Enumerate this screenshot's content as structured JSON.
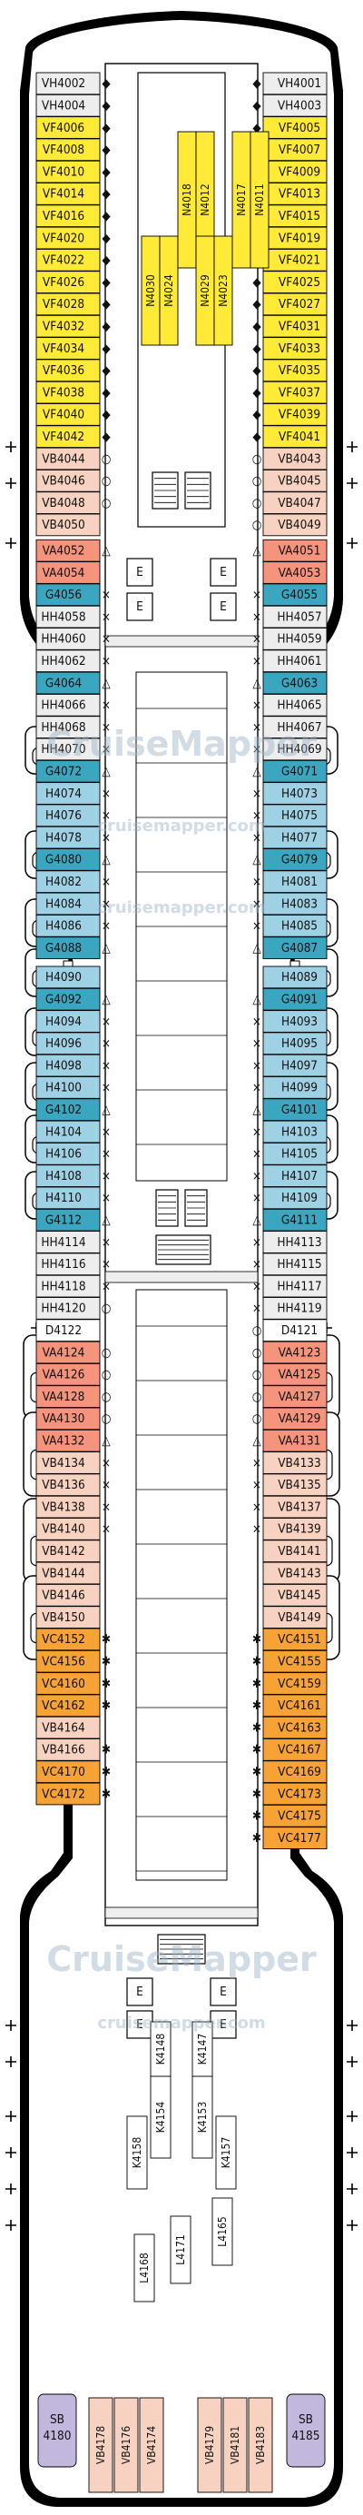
{
  "title": "",
  "watermark": "CruiseMapper",
  "watermark_small": "cruisemapper.com",
  "colors": {
    "VF": "#ffea38",
    "VA": "#f5937c",
    "VB": "#f7d2c1",
    "VC": "#f7a234",
    "G": "#3aa6c0",
    "H": "#9fd1e4",
    "HH": "#ededed",
    "D": "#ffffff",
    "SB": "#c2b7dd",
    "N": "#ffea38",
    "K": "#ffffff",
    "L": "#ffffff",
    "hull": "#000000",
    "interior": "#ffffff",
    "lifeboat": "#ffffff"
  },
  "left_cabins": [
    {
      "id": "VH4002",
      "cat": "HH",
      "mk": "dot"
    },
    {
      "id": "VH4004",
      "cat": "HH",
      "mk": "dot"
    },
    {
      "id": "VF4006",
      "cat": "VF",
      "mk": "dot"
    },
    {
      "id": "VF4008",
      "cat": "VF",
      "mk": "dot"
    },
    {
      "id": "VF4010",
      "cat": "VF",
      "mk": "dot"
    },
    {
      "id": "VF4014",
      "cat": "VF",
      "mk": "dot"
    },
    {
      "id": "VF4016",
      "cat": "VF",
      "mk": "dot"
    },
    {
      "id": "VF4020",
      "cat": "VF",
      "mk": "dot"
    },
    {
      "id": "VF4022",
      "cat": "VF",
      "mk": "dot"
    },
    {
      "id": "VF4026",
      "cat": "VF",
      "mk": "dot"
    },
    {
      "id": "VF4028",
      "cat": "VF",
      "mk": "dot"
    },
    {
      "id": "VF4032",
      "cat": "VF",
      "mk": "dot"
    },
    {
      "id": "VF4034",
      "cat": "VF",
      "mk": "dot"
    },
    {
      "id": "VF4036",
      "cat": "VF",
      "mk": "dot"
    },
    {
      "id": "VF4038",
      "cat": "VF",
      "mk": "dot"
    },
    {
      "id": "VF4040",
      "cat": "VF",
      "mk": "dot"
    },
    {
      "id": "VF4042",
      "cat": "VF",
      "mk": "dot"
    },
    {
      "id": "VB4044",
      "cat": "VB",
      "mk": "circle"
    },
    {
      "id": "VB4046",
      "cat": "VB",
      "mk": "circle"
    },
    {
      "id": "VB4048",
      "cat": "VB",
      "mk": "circle"
    },
    {
      "id": "VB4050",
      "cat": "VB",
      "mk": ""
    },
    {
      "id": "VA4052",
      "cat": "VA",
      "mk": "tri"
    },
    {
      "id": "VA4054",
      "cat": "VA",
      "mk": ""
    },
    {
      "id": "G4056",
      "cat": "G",
      "mk": "x"
    },
    {
      "id": "HH4058",
      "cat": "HH",
      "mk": "x"
    },
    {
      "id": "HH4060",
      "cat": "HH",
      "mk": "x"
    },
    {
      "id": "HH4062",
      "cat": "HH",
      "mk": "x"
    },
    {
      "id": "G4064",
      "cat": "G",
      "mk": "tri"
    },
    {
      "id": "HH4066",
      "cat": "HH",
      "mk": "x"
    },
    {
      "id": "HH4068",
      "cat": "HH",
      "mk": "x"
    },
    {
      "id": "HH4070",
      "cat": "HH",
      "mk": "x"
    },
    {
      "id": "G4072",
      "cat": "G",
      "mk": "tri"
    },
    {
      "id": "H4074",
      "cat": "H",
      "mk": "x"
    },
    {
      "id": "H4076",
      "cat": "H",
      "mk": "x"
    },
    {
      "id": "H4078",
      "cat": "H",
      "mk": "x"
    },
    {
      "id": "G4080",
      "cat": "G",
      "mk": "tri"
    },
    {
      "id": "H4082",
      "cat": "H",
      "mk": "x"
    },
    {
      "id": "H4084",
      "cat": "H",
      "mk": "x"
    },
    {
      "id": "H4086",
      "cat": "H",
      "mk": "x"
    },
    {
      "id": "G4088",
      "cat": "G",
      "mk": "tri"
    },
    {
      "id": "H4090",
      "cat": "H",
      "mk": ""
    },
    {
      "id": "G4092",
      "cat": "G",
      "mk": "tri"
    },
    {
      "id": "H4094",
      "cat": "H",
      "mk": "x"
    },
    {
      "id": "H4096",
      "cat": "H",
      "mk": "x"
    },
    {
      "id": "H4098",
      "cat": "H",
      "mk": "x"
    },
    {
      "id": "H4100",
      "cat": "H",
      "mk": "x"
    },
    {
      "id": "G4102",
      "cat": "G",
      "mk": "tri"
    },
    {
      "id": "H4104",
      "cat": "H",
      "mk": "x"
    },
    {
      "id": "H4106",
      "cat": "H",
      "mk": "x"
    },
    {
      "id": "H4108",
      "cat": "H",
      "mk": "x"
    },
    {
      "id": "H4110",
      "cat": "H",
      "mk": "x"
    },
    {
      "id": "G4112",
      "cat": "G",
      "mk": "tri"
    },
    {
      "id": "HH4114",
      "cat": "HH",
      "mk": "x"
    },
    {
      "id": "HH4116",
      "cat": "HH",
      "mk": "x"
    },
    {
      "id": "HH4118",
      "cat": "HH",
      "mk": "x"
    },
    {
      "id": "HH4120",
      "cat": "HH",
      "mk": "circle"
    },
    {
      "id": "D4122",
      "cat": "D",
      "mk": ""
    },
    {
      "id": "VA4124",
      "cat": "VA",
      "mk": "circle"
    },
    {
      "id": "VA4126",
      "cat": "VA",
      "mk": "circle"
    },
    {
      "id": "VA4128",
      "cat": "VA",
      "mk": "circle"
    },
    {
      "id": "VA4130",
      "cat": "VA",
      "mk": "circle"
    },
    {
      "id": "VA4132",
      "cat": "VA",
      "mk": "tri"
    },
    {
      "id": "VB4134",
      "cat": "VB",
      "mk": "x"
    },
    {
      "id": "VB4136",
      "cat": "VB",
      "mk": "x"
    },
    {
      "id": "VB4138",
      "cat": "VB",
      "mk": "x"
    },
    {
      "id": "VB4140",
      "cat": "VB",
      "mk": "x"
    },
    {
      "id": "VB4142",
      "cat": "VB",
      "mk": ""
    },
    {
      "id": "VB4144",
      "cat": "VB",
      "mk": ""
    },
    {
      "id": "VB4146",
      "cat": "VB",
      "mk": ""
    },
    {
      "id": "VB4150",
      "cat": "VB",
      "mk": ""
    },
    {
      "id": "VC4152",
      "cat": "VC",
      "mk": "star"
    },
    {
      "id": "VC4156",
      "cat": "VC",
      "mk": "star"
    },
    {
      "id": "VC4160",
      "cat": "VC",
      "mk": "star"
    },
    {
      "id": "VC4162",
      "cat": "VC",
      "mk": "star"
    },
    {
      "id": "VB4164",
      "cat": "VB",
      "mk": ""
    },
    {
      "id": "VB4166",
      "cat": "VB",
      "mk": "star"
    },
    {
      "id": "VC4170",
      "cat": "VC",
      "mk": "star"
    },
    {
      "id": "VC4172",
      "cat": "VC",
      "mk": "star"
    }
  ],
  "right_cabins": [
    {
      "id": "VH4001",
      "cat": "HH",
      "mk": "dot"
    },
    {
      "id": "VH4003",
      "cat": "HH",
      "mk": "dot"
    },
    {
      "id": "VF4005",
      "cat": "VF",
      "mk": "dot"
    },
    {
      "id": "VF4007",
      "cat": "VF",
      "mk": "dot"
    },
    {
      "id": "VF4009",
      "cat": "VF",
      "mk": "dot"
    },
    {
      "id": "VF4013",
      "cat": "VF",
      "mk": "dot"
    },
    {
      "id": "VF4015",
      "cat": "VF",
      "mk": "dot"
    },
    {
      "id": "VF4019",
      "cat": "VF",
      "mk": "dot"
    },
    {
      "id": "VF4021",
      "cat": "VF",
      "mk": "dot"
    },
    {
      "id": "VF4025",
      "cat": "VF",
      "mk": "dot"
    },
    {
      "id": "VF4027",
      "cat": "VF",
      "mk": "dot"
    },
    {
      "id": "VF4031",
      "cat": "VF",
      "mk": "dot"
    },
    {
      "id": "VF4033",
      "cat": "VF",
      "mk": "dot"
    },
    {
      "id": "VF4035",
      "cat": "VF",
      "mk": "dot"
    },
    {
      "id": "VF4037",
      "cat": "VF",
      "mk": "dot"
    },
    {
      "id": "VF4039",
      "cat": "VF",
      "mk": "dot"
    },
    {
      "id": "VF4041",
      "cat": "VF",
      "mk": "dot"
    },
    {
      "id": "VB4043",
      "cat": "VB",
      "mk": "circle"
    },
    {
      "id": "VB4045",
      "cat": "VB",
      "mk": "circle"
    },
    {
      "id": "VB4047",
      "cat": "VB",
      "mk": "circle"
    },
    {
      "id": "VB4049",
      "cat": "VB",
      "mk": "circle"
    },
    {
      "id": "VA4051",
      "cat": "VA",
      "mk": "tri"
    },
    {
      "id": "VA4053",
      "cat": "VA",
      "mk": ""
    },
    {
      "id": "G4055",
      "cat": "G",
      "mk": "x"
    },
    {
      "id": "HH4057",
      "cat": "HH",
      "mk": "x"
    },
    {
      "id": "HH4059",
      "cat": "HH",
      "mk": "x"
    },
    {
      "id": "HH4061",
      "cat": "HH",
      "mk": "x"
    },
    {
      "id": "G4063",
      "cat": "G",
      "mk": "tri"
    },
    {
      "id": "HH4065",
      "cat": "HH",
      "mk": "x"
    },
    {
      "id": "HH4067",
      "cat": "HH",
      "mk": "x"
    },
    {
      "id": "HH4069",
      "cat": "HH",
      "mk": "x"
    },
    {
      "id": "G4071",
      "cat": "G",
      "mk": "tri"
    },
    {
      "id": "H4073",
      "cat": "H",
      "mk": "x"
    },
    {
      "id": "H4075",
      "cat": "H",
      "mk": "x"
    },
    {
      "id": "H4077",
      "cat": "H",
      "mk": "x"
    },
    {
      "id": "G4079",
      "cat": "G",
      "mk": "tri"
    },
    {
      "id": "H4081",
      "cat": "H",
      "mk": "x"
    },
    {
      "id": "H4083",
      "cat": "H",
      "mk": "x"
    },
    {
      "id": "H4085",
      "cat": "H",
      "mk": "x"
    },
    {
      "id": "G4087",
      "cat": "G",
      "mk": "tri"
    },
    {
      "id": "H4089",
      "cat": "H",
      "mk": ""
    },
    {
      "id": "G4091",
      "cat": "G",
      "mk": "tri"
    },
    {
      "id": "H4093",
      "cat": "H",
      "mk": "x"
    },
    {
      "id": "H4095",
      "cat": "H",
      "mk": "x"
    },
    {
      "id": "H4097",
      "cat": "H",
      "mk": "x"
    },
    {
      "id": "H4099",
      "cat": "H",
      "mk": "x"
    },
    {
      "id": "G4101",
      "cat": "G",
      "mk": "tri"
    },
    {
      "id": "H4103",
      "cat": "H",
      "mk": "x"
    },
    {
      "id": "H4105",
      "cat": "H",
      "mk": "x"
    },
    {
      "id": "H4107",
      "cat": "H",
      "mk": "x"
    },
    {
      "id": "H4109",
      "cat": "H",
      "mk": "x"
    },
    {
      "id": "G4111",
      "cat": "G",
      "mk": "tri"
    },
    {
      "id": "HH4113",
      "cat": "HH",
      "mk": "x"
    },
    {
      "id": "HH4115",
      "cat": "HH",
      "mk": "x"
    },
    {
      "id": "HH4117",
      "cat": "HH",
      "mk": "x"
    },
    {
      "id": "HH4119",
      "cat": "HH",
      "mk": "x"
    },
    {
      "id": "D4121",
      "cat": "D",
      "mk": "circle"
    },
    {
      "id": "VA4123",
      "cat": "VA",
      "mk": "circle"
    },
    {
      "id": "VA4125",
      "cat": "VA",
      "mk": "circle"
    },
    {
      "id": "VA4127",
      "cat": "VA",
      "mk": "circle"
    },
    {
      "id": "VA4129",
      "cat": "VA",
      "mk": "circle"
    },
    {
      "id": "VA4131",
      "cat": "VA",
      "mk": "tri"
    },
    {
      "id": "VB4133",
      "cat": "VB",
      "mk": "x"
    },
    {
      "id": "VB4135",
      "cat": "VB",
      "mk": "x"
    },
    {
      "id": "VB4137",
      "cat": "VB",
      "mk": "x"
    },
    {
      "id": "VB4139",
      "cat": "VB",
      "mk": "x"
    },
    {
      "id": "VB4141",
      "cat": "VB",
      "mk": ""
    },
    {
      "id": "VB4143",
      "cat": "VB",
      "mk": ""
    },
    {
      "id": "VB4145",
      "cat": "VB",
      "mk": ""
    },
    {
      "id": "VB4149",
      "cat": "VB",
      "mk": ""
    },
    {
      "id": "VC4151",
      "cat": "VC",
      "mk": "star"
    },
    {
      "id": "VC4155",
      "cat": "VC",
      "mk": "star"
    },
    {
      "id": "VC4159",
      "cat": "VC",
      "mk": "star"
    },
    {
      "id": "VC4161",
      "cat": "VC",
      "mk": "star"
    },
    {
      "id": "VC4163",
      "cat": "VC",
      "mk": "star"
    },
    {
      "id": "VC4167",
      "cat": "VC",
      "mk": "star"
    },
    {
      "id": "VC4169",
      "cat": "VC",
      "mk": "star"
    },
    {
      "id": "VC4173",
      "cat": "VC",
      "mk": "star"
    },
    {
      "id": "VC4175",
      "cat": "VC",
      "mk": "star"
    },
    {
      "id": "VC4177",
      "cat": "VC",
      "mk": "star"
    }
  ],
  "center_cabins_front": [
    {
      "id": "N4030",
      "cat": "N"
    },
    {
      "id": "N4024",
      "cat": "N"
    },
    {
      "id": "N4018",
      "cat": "N"
    },
    {
      "id": "N4012",
      "cat": "N"
    },
    {
      "id": "N4029",
      "cat": "N"
    },
    {
      "id": "N4023",
      "cat": "N"
    },
    {
      "id": "N4017",
      "cat": "N"
    },
    {
      "id": "N4011",
      "cat": "N"
    }
  ],
  "center_cabins_aft": [
    {
      "id": "K4158",
      "cat": "K"
    },
    {
      "id": "K4154",
      "cat": "K"
    },
    {
      "id": "K4148",
      "cat": "K"
    },
    {
      "id": "K4157",
      "cat": "K"
    },
    {
      "id": "K4153",
      "cat": "K"
    },
    {
      "id": "K4147",
      "cat": "K"
    },
    {
      "id": "L4168",
      "cat": "L"
    },
    {
      "id": "L4165",
      "cat": "L"
    },
    {
      "id": "L4171",
      "cat": "L"
    }
  ],
  "stern_cabins": [
    {
      "id": "SB 4180",
      "cat": "SB"
    },
    {
      "id": "VB4178",
      "cat": "VB"
    },
    {
      "id": "VB4176",
      "cat": "VB"
    },
    {
      "id": "VB4174",
      "cat": "VB"
    },
    {
      "id": "VB4179",
      "cat": "VB"
    },
    {
      "id": "VB4181",
      "cat": "VB"
    },
    {
      "id": "VB4183",
      "cat": "VB"
    },
    {
      "id": "SB 4185",
      "cat": "SB"
    }
  ],
  "elevator_label": "E"
}
